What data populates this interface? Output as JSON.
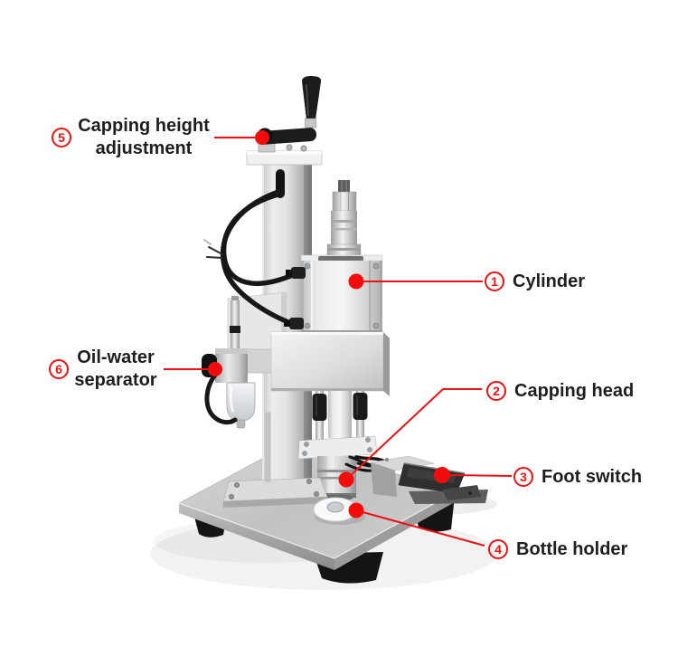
{
  "page": {
    "background": "#ffffff"
  },
  "style": {
    "accent_red": "#ee1111",
    "text_color": "#1e1e1e",
    "metal_light": "#ececec",
    "metal_dark": "#9a9a9a"
  },
  "labels": [
    {
      "number": "1",
      "lines": [
        "Cylinder"
      ]
    },
    {
      "number": "2",
      "lines": [
        "Capping head"
      ]
    },
    {
      "number": "3",
      "lines": [
        "Foot switch"
      ]
    },
    {
      "number": "4",
      "lines": [
        "Bottle holder"
      ]
    },
    {
      "number": "5",
      "lines": [
        "Capping height",
        "adjustment"
      ]
    },
    {
      "number": "6",
      "lines": [
        "Oil-water",
        "separator"
      ]
    }
  ]
}
